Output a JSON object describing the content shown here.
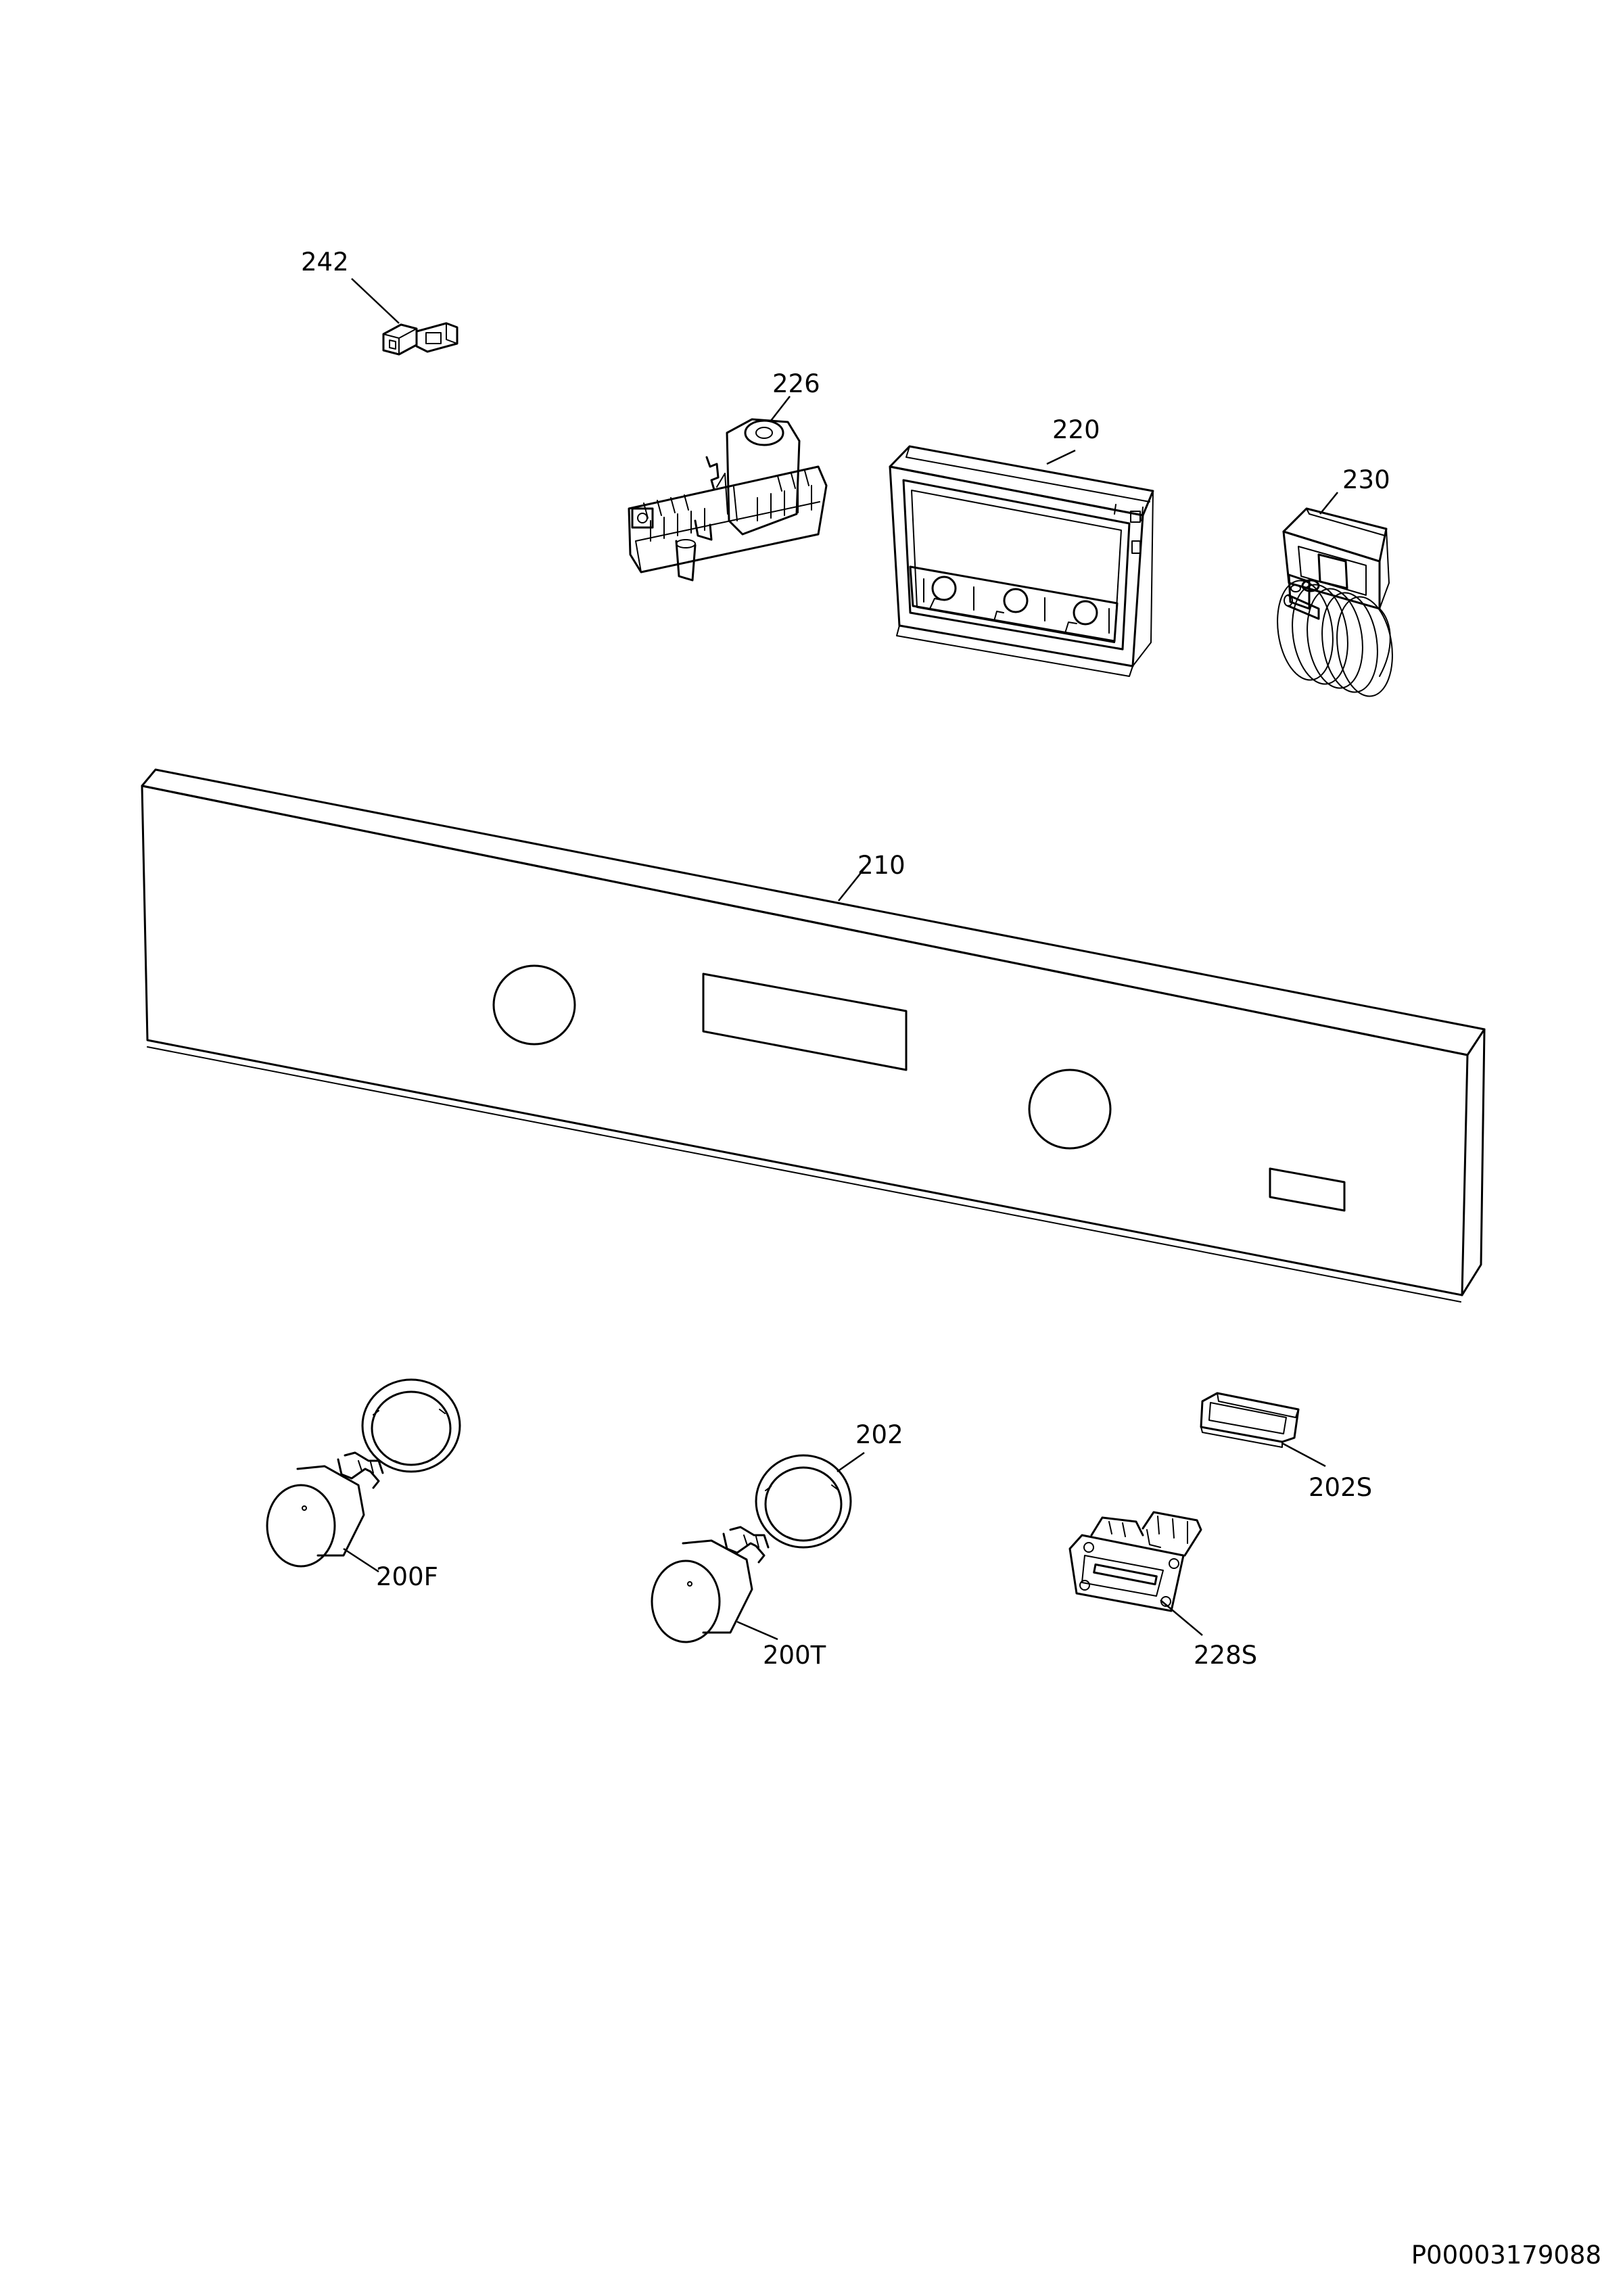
{
  "labels": {
    "p242": "242",
    "p226": "226",
    "p220": "220",
    "p230": "230",
    "p210": "210",
    "p202": "202",
    "p202S": "202S",
    "p200F": "200F",
    "p200T": "200T",
    "p228S": "228S"
  },
  "document_id": "P00003179088"
}
